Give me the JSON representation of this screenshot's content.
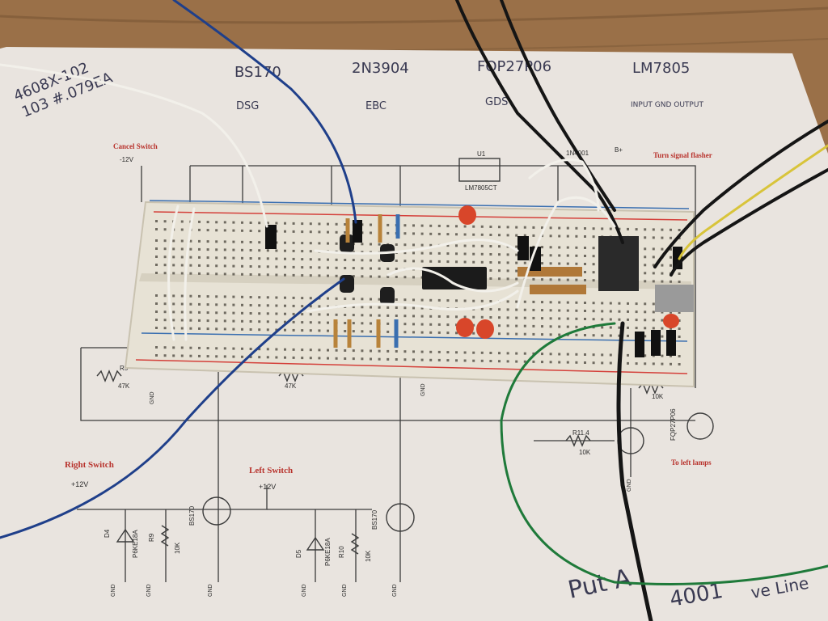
{
  "handwritten": {
    "corner_line1": "4608X-102",
    "corner_line2": "103 #.079EA",
    "part1": "BS170",
    "part1_pins": "DSG",
    "part2": "2N3904",
    "part2_pins": "EBC",
    "part3": "FQP27P06",
    "part3_pins": "GDS",
    "part4": "LM7805",
    "part4_pins": "INPUT GND OUTPUT",
    "bottom_note1": "Put A",
    "bottom_note2": "4001",
    "bottom_note3": "ve Line"
  },
  "schematic": {
    "cancel_switch": "Cancel Switch",
    "cancel_volt": "-12V",
    "right_switch": "Right Switch",
    "right_volt": "+12V",
    "left_switch": "Left Switch",
    "left_volt": "+12V",
    "turn_signal": "Turn signal flasher",
    "to_left": "To left lamps",
    "u1_label": "U1",
    "u1_part": "LM7805CT",
    "diode_part": "1N4001",
    "bplus": "B+",
    "r5": "R5",
    "r5_val": "47K",
    "r_mid_val": "47K",
    "r11": "R11.4",
    "r11_val": "10K",
    "r_right_val": "10K",
    "q8": "FQP27P06",
    "q2": "BS170",
    "q4": "BS170",
    "d4": "D4",
    "d4_part": "P6KE18A",
    "d5": "D5",
    "d5_part": "P6KE18A",
    "r9": "R9",
    "r9_val": "10K",
    "r10": "R10",
    "r10_val": "10K",
    "gnd": "GND"
  },
  "colors": {
    "table": "#9a7048",
    "paper": "#e9e4df",
    "breadboard": "#e7e2d5",
    "rail_red": "#d4403a",
    "rail_blue": "#3a6fb0",
    "wire_blue": "#1f3f8a",
    "wire_white": "#f2f0ea",
    "wire_black": "#151515",
    "wire_green": "#1f7a3a",
    "wire_yellow": "#d8c43a",
    "capacitor": "#d8462a",
    "ic": "#1b1b1b"
  }
}
